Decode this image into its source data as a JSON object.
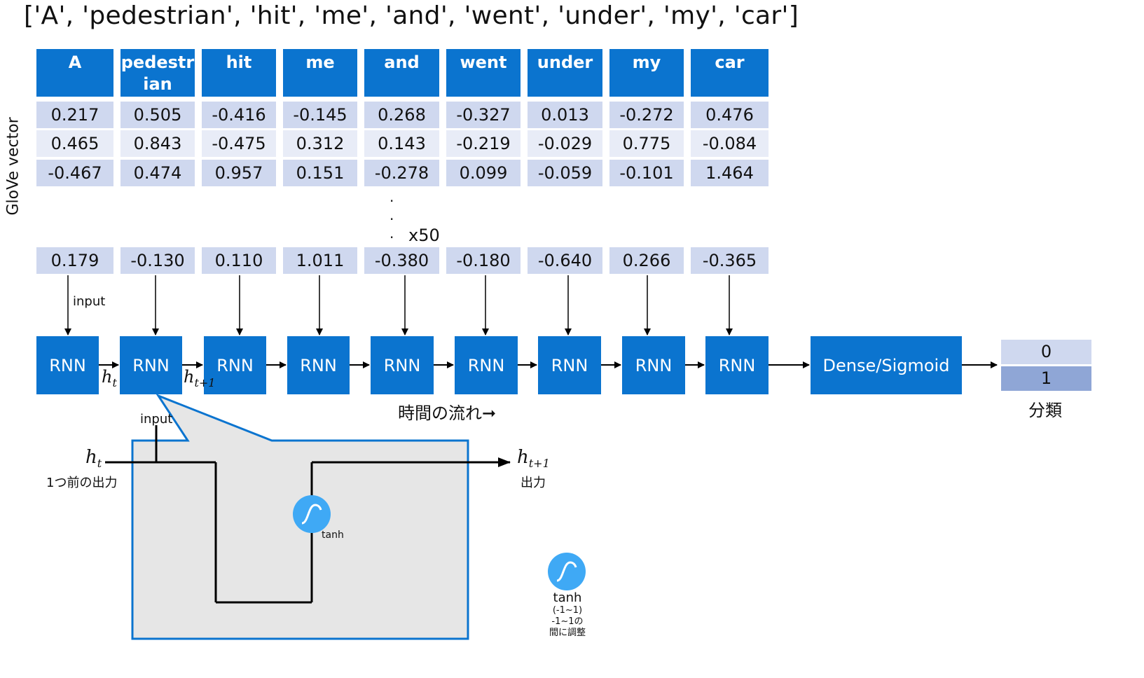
{
  "title": "['A', 'pedestrian', 'hit', 'me', 'and', 'went', 'under', 'my', 'car']",
  "ylabel": "GloVe vector",
  "tokens": [
    "A",
    "pedestr\nian",
    "hit",
    "me",
    "and",
    "went",
    "under",
    "my",
    "car"
  ],
  "rows": [
    [
      "0.217",
      "0.505",
      "-0.416",
      "-0.145",
      "0.268",
      "-0.327",
      "0.013",
      "-0.272",
      "0.476"
    ],
    [
      "0.465",
      "0.843",
      "-0.475",
      "0.312",
      "0.143",
      "-0.219",
      "-0.029",
      "0.775",
      "-0.084"
    ],
    [
      "-0.467",
      "0.474",
      "0.957",
      "0.151",
      "-0.278",
      "0.099",
      "-0.059",
      "-0.101",
      "1.464"
    ]
  ],
  "last_row": [
    "0.179",
    "-0.130",
    "0.110",
    "1.011",
    "-0.380",
    "-0.180",
    "-0.640",
    "0.266",
    "-0.365"
  ],
  "ellipsis_label": "x50",
  "input_label": "input",
  "rnn_label": "RNN",
  "h_t": "h",
  "sub_t": "t",
  "sub_t1": "t+1",
  "dense_label": "Dense/Sigmoid",
  "output_classes": [
    "0",
    "1"
  ],
  "classification_label": "分類",
  "time_label": "時間の流れ",
  "time_arrow": "➞",
  "prev_output_label": "1つ前の出力",
  "output_label": "出力",
  "tanh_label": "tanh",
  "tanh_range": "(-1~1)",
  "tanh_desc_1": "-1~1の",
  "tanh_desc_2": "間に調整",
  "colors": {
    "blue": "#0b74cf",
    "row_dark": "#cfd8ef",
    "row_light": "#e8ecf7",
    "class0": "#cfd8ef",
    "class1": "#8fa6d6",
    "cell_bg": "#e6e6e6",
    "tanh": "#3fa9f5"
  }
}
